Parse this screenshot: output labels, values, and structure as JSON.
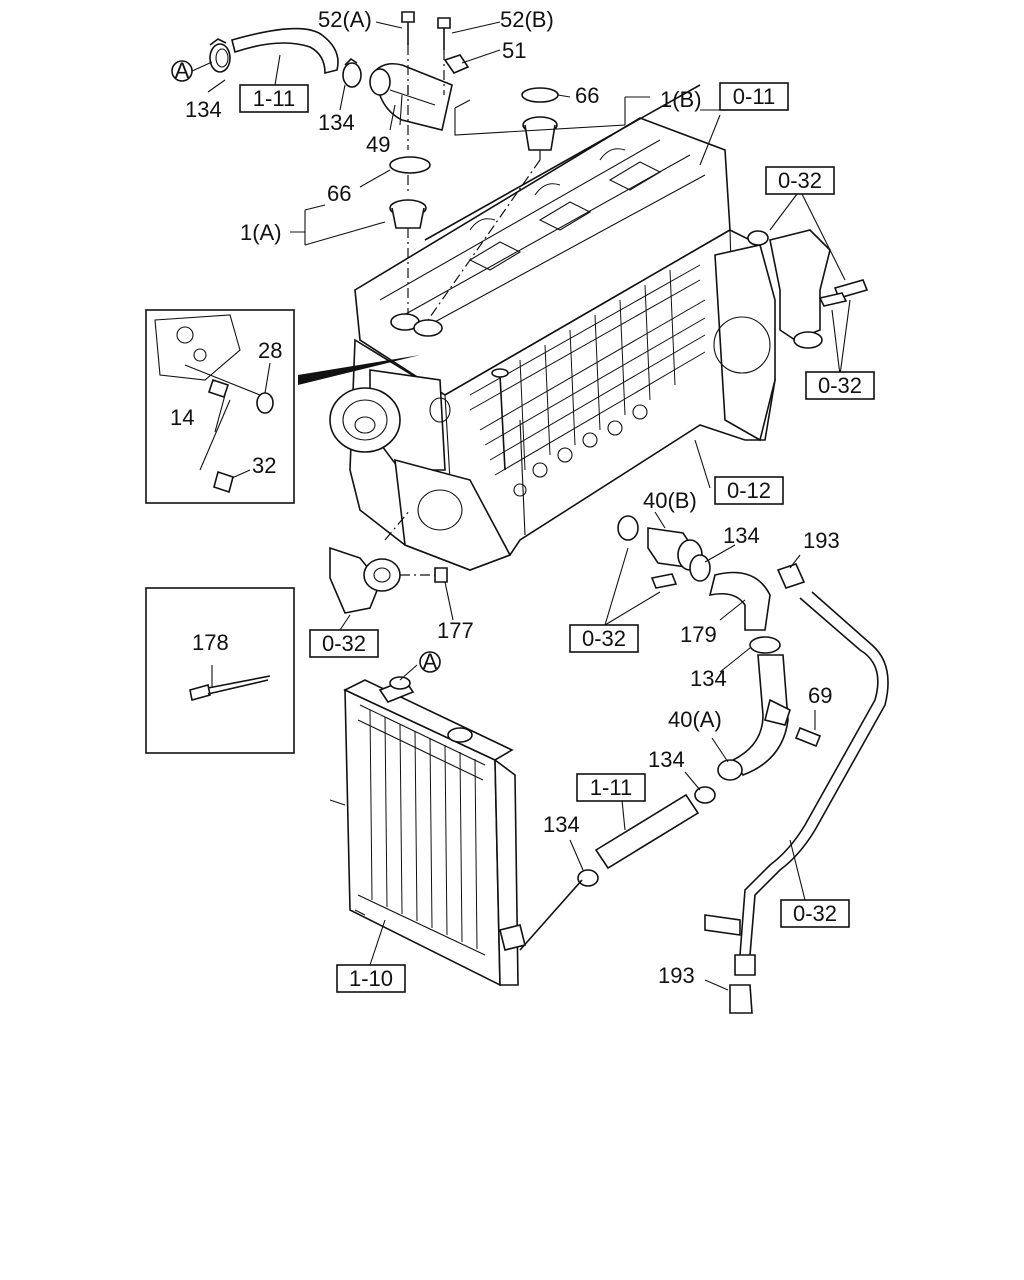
{
  "callouts": {
    "p52a": "52(A)",
    "p52b": "52(B)",
    "p51": "51",
    "p66_top": "66",
    "p1b": "1(B)",
    "p134_a": "134",
    "p134_b": "134",
    "p49": "49",
    "p66_mid": "66",
    "p1a": "1(A)",
    "p28": "28",
    "p14": "14",
    "p32": "32",
    "p40b": "40(B)",
    "p134_c": "134",
    "p193_top": "193",
    "p177": "177",
    "p179": "179",
    "p178": "178",
    "p134_d": "134",
    "p69": "69",
    "p40a": "40(A)",
    "p134_e": "134",
    "p134_f": "134",
    "p193_bot": "193",
    "circle_a_top": "A",
    "circle_a_rad": "A"
  },
  "ref_boxes": {
    "r111_top": "1-11",
    "r011": "0-11",
    "r032_tr": "0-32",
    "r032_r": "0-32",
    "r012": "0-12",
    "r032_l": "0-32",
    "r032_c": "0-32",
    "r111_mid": "1-11",
    "r032_br": "0-32",
    "r110": "1-10"
  }
}
